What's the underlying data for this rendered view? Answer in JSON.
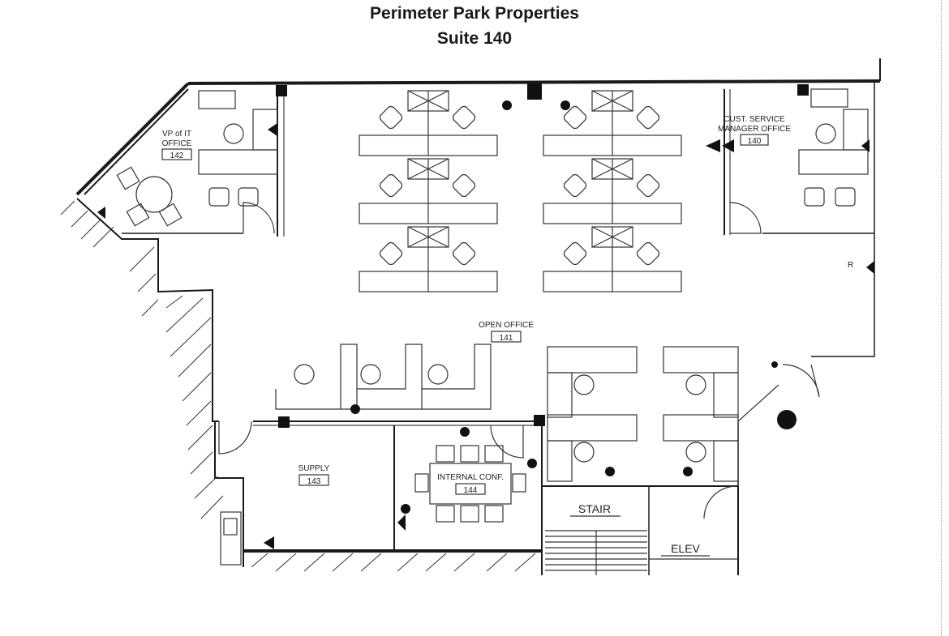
{
  "title": {
    "line1": "Perimeter Park Properties",
    "line2": "Suite 140"
  },
  "rooms": {
    "vp_it": {
      "line1": "VP of IT",
      "line2": "OFFICE",
      "number": "142"
    },
    "cust_service": {
      "line1": "CUST. SERVICE",
      "line2": "MANAGER OFFICE",
      "number": "140"
    },
    "open_office": {
      "name": "OPEN OFFICE",
      "number": "141"
    },
    "supply": {
      "name": "SUPPLY",
      "number": "143"
    },
    "internal_conf": {
      "name": "INTERNAL CONF.",
      "number": "144"
    },
    "stair": {
      "name": "STAIR"
    },
    "elev": {
      "name": "ELEV"
    }
  },
  "marks": {
    "receptacle_r": "R"
  }
}
